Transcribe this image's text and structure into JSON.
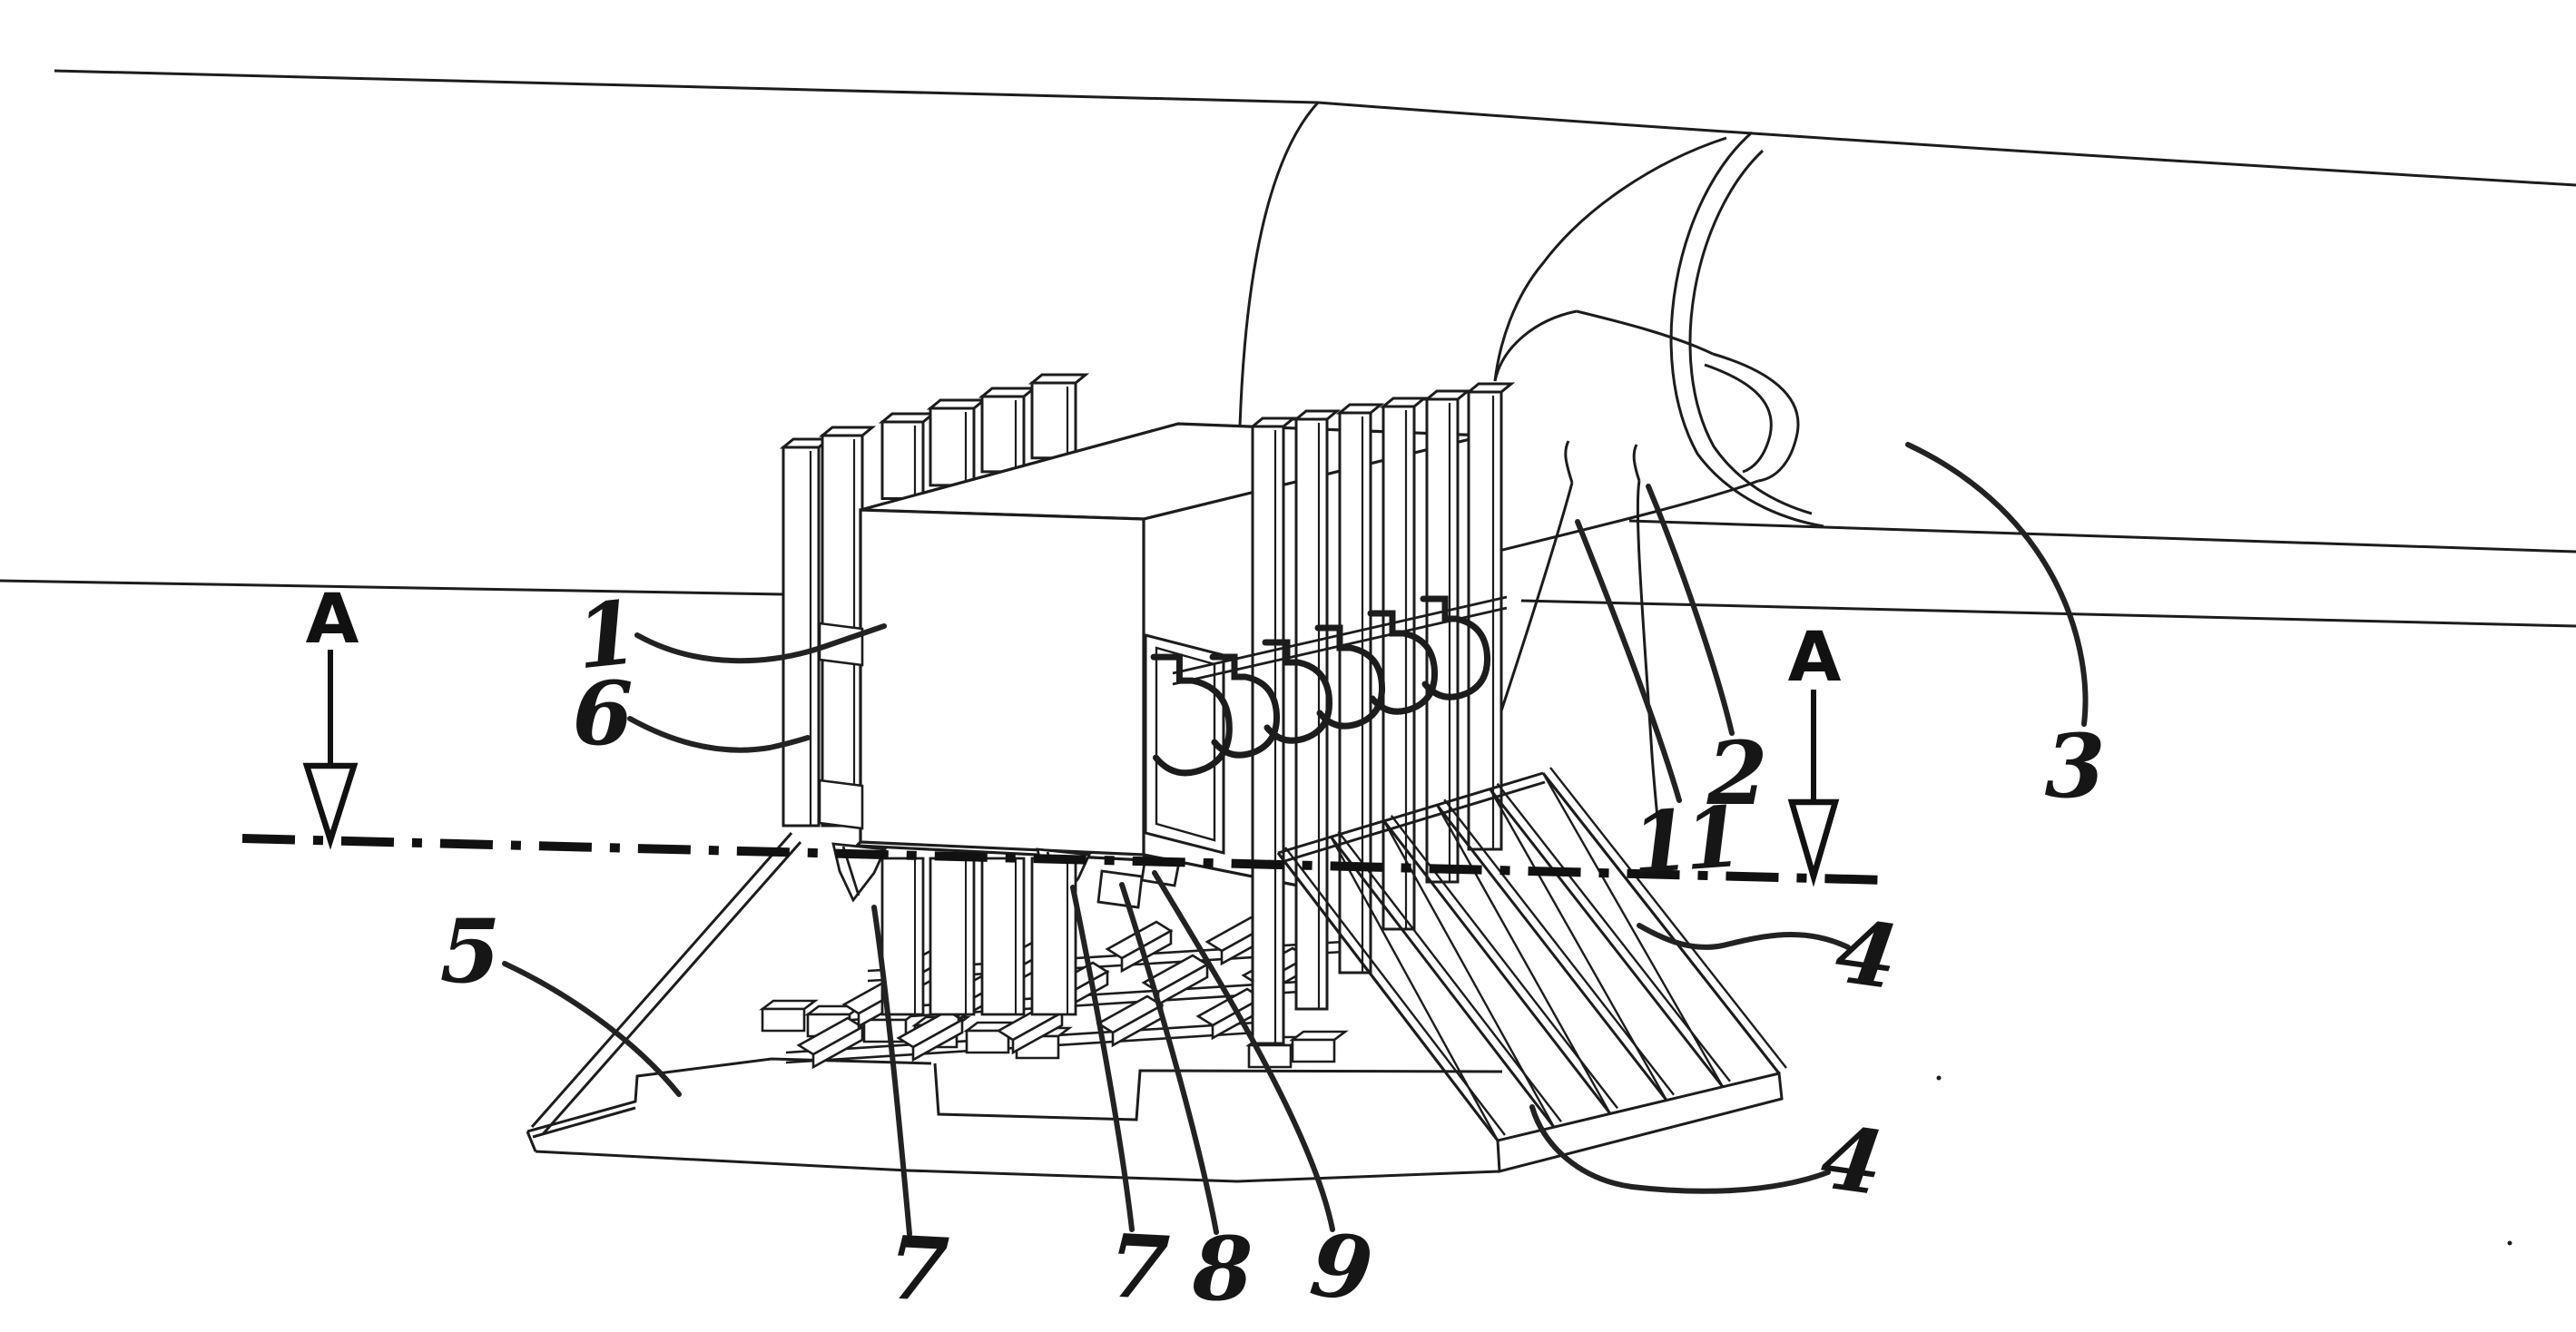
{
  "figure": {
    "type": "patent-technical-drawing",
    "background_color": "#ffffff",
    "line_color": "#1c1c1c",
    "section_markers": [
      {
        "id": "section-marker-left",
        "text": "A"
      },
      {
        "id": "section-marker-right",
        "text": "A"
      }
    ],
    "reference_labels": [
      {
        "id": "ref-1",
        "text": "1",
        "points_to": "housing-box"
      },
      {
        "id": "ref-6",
        "text": "6",
        "points_to": "vertical-posts"
      },
      {
        "id": "ref-5",
        "text": "5",
        "points_to": "base-plate"
      },
      {
        "id": "ref-7-left",
        "text": "7",
        "points_to": "left-bracket"
      },
      {
        "id": "ref-7-right",
        "text": "7",
        "points_to": "right-bracket"
      },
      {
        "id": "ref-8",
        "text": "8",
        "points_to": "small-block"
      },
      {
        "id": "ref-9",
        "text": "9",
        "points_to": "support-element"
      },
      {
        "id": "ref-11",
        "text": "11",
        "points_to": "hanging-strap"
      },
      {
        "id": "ref-2",
        "text": "2",
        "points_to": "small-cylinder"
      },
      {
        "id": "ref-3",
        "text": "3",
        "points_to": "large-cylinder"
      },
      {
        "id": "ref-4-upper",
        "text": "4",
        "points_to": "slatted-ramp"
      },
      {
        "id": "ref-4-lower",
        "text": "4",
        "points_to": "slatted-ramp-base"
      }
    ]
  }
}
